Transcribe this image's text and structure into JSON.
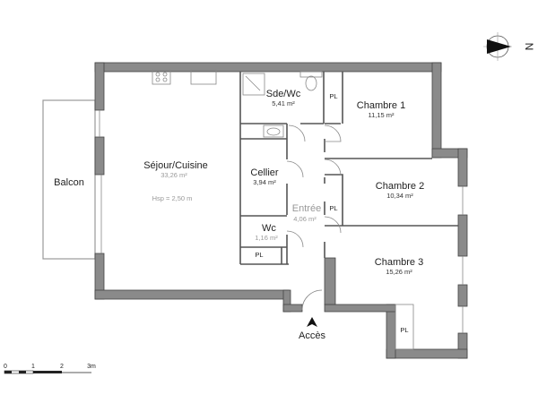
{
  "rooms": {
    "sejour": {
      "name": "Séjour/Cuisine",
      "area": "33,26 m²",
      "height": "Hsp = 2,50 m"
    },
    "balcon": {
      "name": "Balcon"
    },
    "sdewc": {
      "name": "Sde/Wc",
      "area": "5,41 m²"
    },
    "chambre1": {
      "name": "Chambre 1",
      "area": "11,15 m²"
    },
    "cellier": {
      "name": "Cellier",
      "area": "3,94 m²"
    },
    "chambre2": {
      "name": "Chambre 2",
      "area": "10,34 m²"
    },
    "entree": {
      "name": "Entrée",
      "area": "4,06 m²"
    },
    "wc": {
      "name": "Wc",
      "area": "1,16 m²"
    },
    "chambre3": {
      "name": "Chambre 3",
      "area": "15,26 m²"
    }
  },
  "closets": [
    "PL",
    "PL",
    "PL",
    "PL"
  ],
  "access": "Accès",
  "compass": {
    "label": "N"
  },
  "scale": {
    "ticks": [
      "0",
      "1",
      "2",
      "3m"
    ]
  },
  "colors": {
    "wall": "#8a8a8a",
    "line": "#444444"
  }
}
